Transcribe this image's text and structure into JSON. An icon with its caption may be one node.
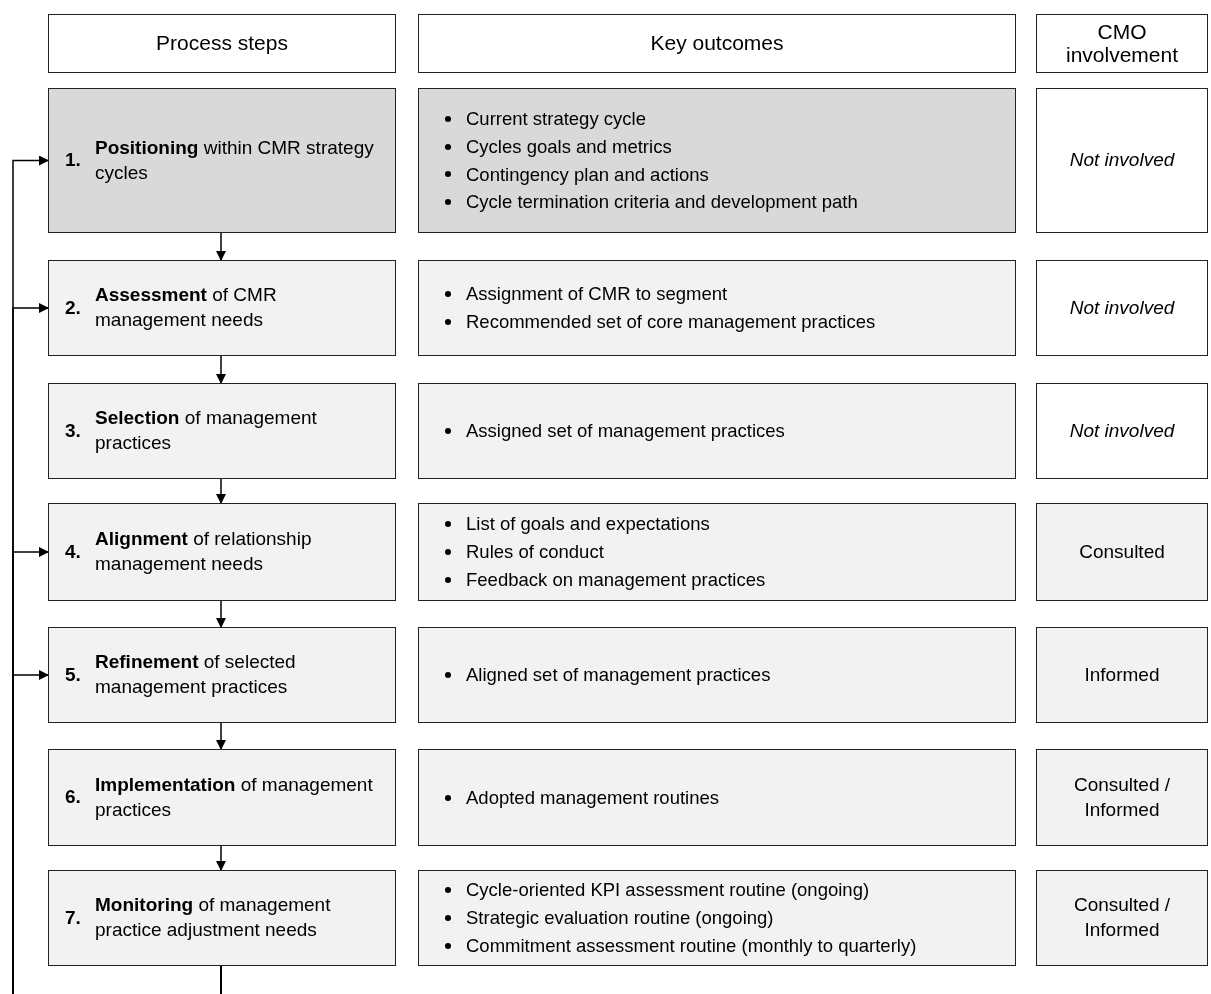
{
  "diagram": {
    "nodes": [
      {
        "text": [
          "Process steps"
        ]
      },
      {
        "text": [
          "Key outcomes"
        ]
      },
      {
        "text": [
          "CMO involvement"
        ]
      },
      {
        "text": [
          "1.",
          "**Positioning** within CMR strategy cycles"
        ]
      },
      {
        "text": [
          "Current strategy cycle",
          "Cycles goals and metrics",
          "Contingency plan and actions",
          "Cycle termination criteria and development path"
        ]
      },
      {
        "text": [
          "Not involved"
        ]
      },
      {
        "text": [
          "2.",
          "**Assessment** of CMR management needs"
        ]
      },
      {
        "text": [
          "Assignment of CMR to segment",
          "Recommended set of core management practices"
        ]
      },
      {
        "text": [
          "Not involved"
        ]
      },
      {
        "text": [
          "3.",
          "**Selection** of management practices"
        ]
      },
      {
        "text": [
          "Assigned set of management practices"
        ]
      },
      {
        "text": [
          "Not involved"
        ]
      },
      {
        "text": [
          "4.",
          "**Alignment** of relationship management needs"
        ]
      },
      {
        "text": [
          "List of goals and expectations",
          "Rules of conduct",
          "Feedback on management practices"
        ]
      },
      {
        "text": [
          "Consulted"
        ]
      },
      {
        "text": [
          "5.",
          "**Refinement** of selected management practices"
        ]
      },
      {
        "text": [
          "Aligned set of management practices"
        ]
      },
      {
        "text": [
          "Informed"
        ]
      },
      {
        "text": [
          "6.",
          "**Implementation** of management practices"
        ]
      },
      {
        "text": [
          "Adopted management routines"
        ]
      },
      {
        "text": [
          "Consulted / Informed"
        ]
      },
      {
        "text": [
          "7.",
          "**Monitoring** of management practice adjustment needs"
        ]
      },
      {
        "text": [
          "Cycle-oriented KPI assessment routine (ongoing)",
          "Strategic evaluation routine (ongoing)",
          "Commitment assessment routine (monthly to quarterly)"
        ]
      },
      {
        "text": [
          "Consulted / Informed"
        ]
      }
    ],
    "edges": [
      {
        "from": 3,
        "to": 6,
        "arrow": "to"
      },
      {
        "from": 6,
        "to": 9,
        "arrow": "to"
      },
      {
        "from": 9,
        "to": 12,
        "arrow": "to"
      },
      {
        "from": 12,
        "to": 15,
        "arrow": "to"
      },
      {
        "from": 15,
        "to": 18,
        "arrow": "to"
      },
      {
        "from": 18,
        "to": 21,
        "arrow": "to"
      },
      {
        "from": 21,
        "to": 3,
        "arrow": "to"
      },
      {
        "from": 21,
        "to": 6,
        "arrow": "to"
      },
      {
        "from": 21,
        "to": 12,
        "arrow": "to"
      },
      {
        "from": 21,
        "to": 15,
        "arrow": "to"
      }
    ]
  }
}
